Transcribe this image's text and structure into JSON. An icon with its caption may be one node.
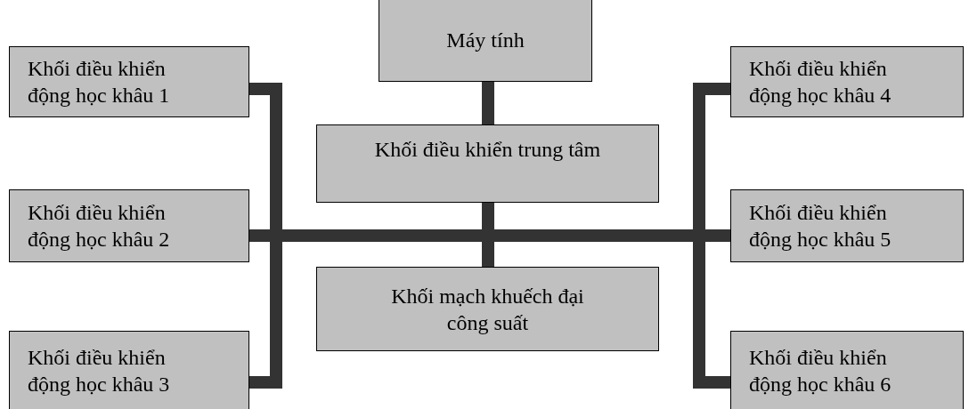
{
  "diagram": {
    "nodes": [
      {
        "text": [
          "Máy tính"
        ]
      },
      {
        "text": [
          "Khối điều khiển trung tâm"
        ]
      },
      {
        "text": [
          "Khối mạch khuếch đại công suất"
        ]
      },
      {
        "text": [
          "Khối điều khiển động học khâu 1"
        ]
      },
      {
        "text": [
          "Khối điều khiển động học khâu 2"
        ]
      },
      {
        "text": [
          "Khối điều khiển động học khâu 3"
        ]
      },
      {
        "text": [
          "Khối điều khiển động học khâu 4"
        ]
      },
      {
        "text": [
          "Khối điều khiển động học khâu 5"
        ]
      },
      {
        "text": [
          "Khối điều khiển động học khâu 6"
        ]
      }
    ],
    "edges": [
      {
        "from": 0,
        "to": 1,
        "arrow": "none"
      },
      {
        "from": 1,
        "to": 2,
        "arrow": "none"
      },
      {
        "from": 1,
        "to": 3,
        "arrow": "none"
      },
      {
        "from": 1,
        "to": 4,
        "arrow": "none"
      },
      {
        "from": 1,
        "to": 5,
        "arrow": "none"
      },
      {
        "from": 1,
        "to": 6,
        "arrow": "none"
      },
      {
        "from": 1,
        "to": 7,
        "arrow": "none"
      },
      {
        "from": 1,
        "to": 8,
        "arrow": "none"
      }
    ]
  }
}
